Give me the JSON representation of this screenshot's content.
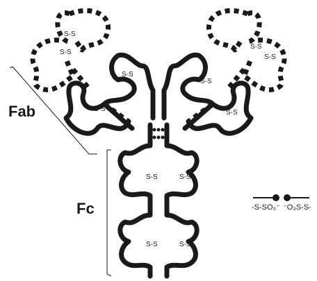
{
  "labels": {
    "fab": "Fab",
    "fc": "Fc",
    "disulfide": "S-S"
  },
  "legend": {
    "left_text": "-S-SO₃⁻",
    "right_text": "⁻O₃S-S-"
  }
}
